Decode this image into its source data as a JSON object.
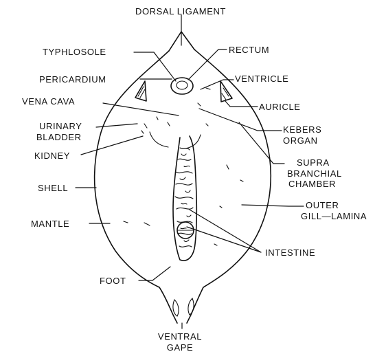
{
  "diagram": {
    "labels": {
      "dorsal_ligament": "DORSAL LIGAMENT",
      "typhlosole": "TYPHLOSOLE",
      "rectum": "RECTUM",
      "pericardium": "PERICARDIUM",
      "ventricle": "VENTRICLE",
      "vena_cava": "VENA CAVA",
      "auricle": "AURICLE",
      "urinary_line1": "URINARY",
      "urinary_line2": "BLADDER",
      "kebers_line1": "KEBERS",
      "kebers_line2": "ORGAN",
      "kidney": "KIDNEY",
      "supra_line1": "SUPRA",
      "supra_line2": "BRANCHIAL",
      "supra_line3": "CHAMBER",
      "shell": "SHELL",
      "outer_line1": "OUTER",
      "outer_line2": "GILL—LAMINA",
      "mantle": "MANTLE",
      "intestine": "INTESTINE",
      "foot": "FOOT",
      "ventral_line1": "VENTRAL",
      "ventral_line2": "GAPE"
    },
    "colors": {
      "ink": "#111111",
      "background": "#ffffff"
    }
  }
}
